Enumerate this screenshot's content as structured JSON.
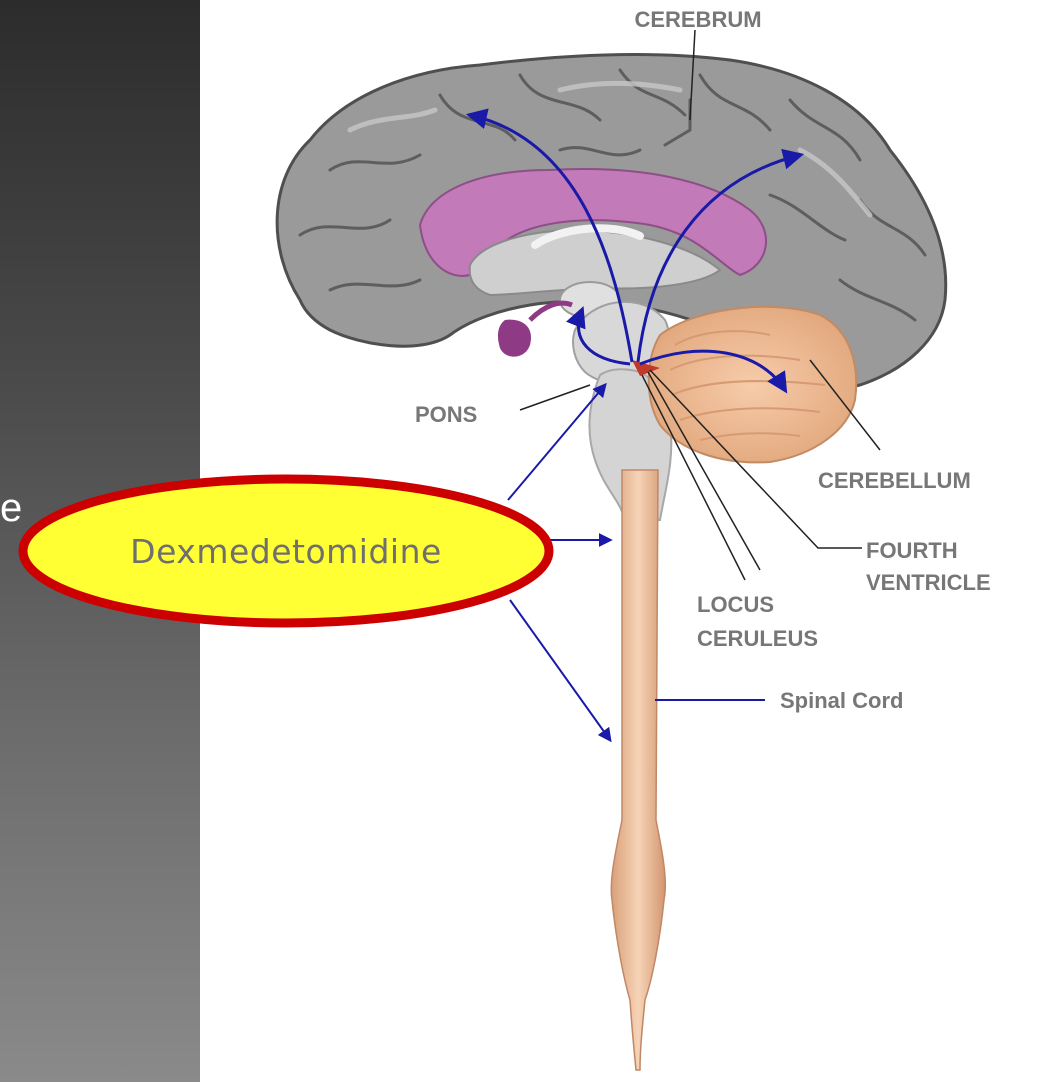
{
  "slide": {
    "edge_text": "e",
    "background_colors": [
      "#2c2c2c",
      "#8a8a8a"
    ]
  },
  "drug": {
    "label": "Dexmedetomidine",
    "fill_color": "#ffff33",
    "border_color": "#cc0000"
  },
  "labels": {
    "cerebrum": "CEREBRUM",
    "pons": "PONS",
    "cerebellum": "CEREBELLUM",
    "fourth_ventricle_line1": "FOURTH",
    "fourth_ventricle_line2": "VENTRICLE",
    "locus_line1": "LOCUS",
    "locus_line2": "CERULEUS",
    "spinal_cord": "Spinal Cord"
  },
  "colors": {
    "pathway_arrows": "#1a1aa8",
    "cortex": "#9a9a9a",
    "limbic": "#c27ab8",
    "cerebellum": "#e8b48a",
    "spinal_cord": "#e9b894",
    "label_text": "#777777"
  }
}
